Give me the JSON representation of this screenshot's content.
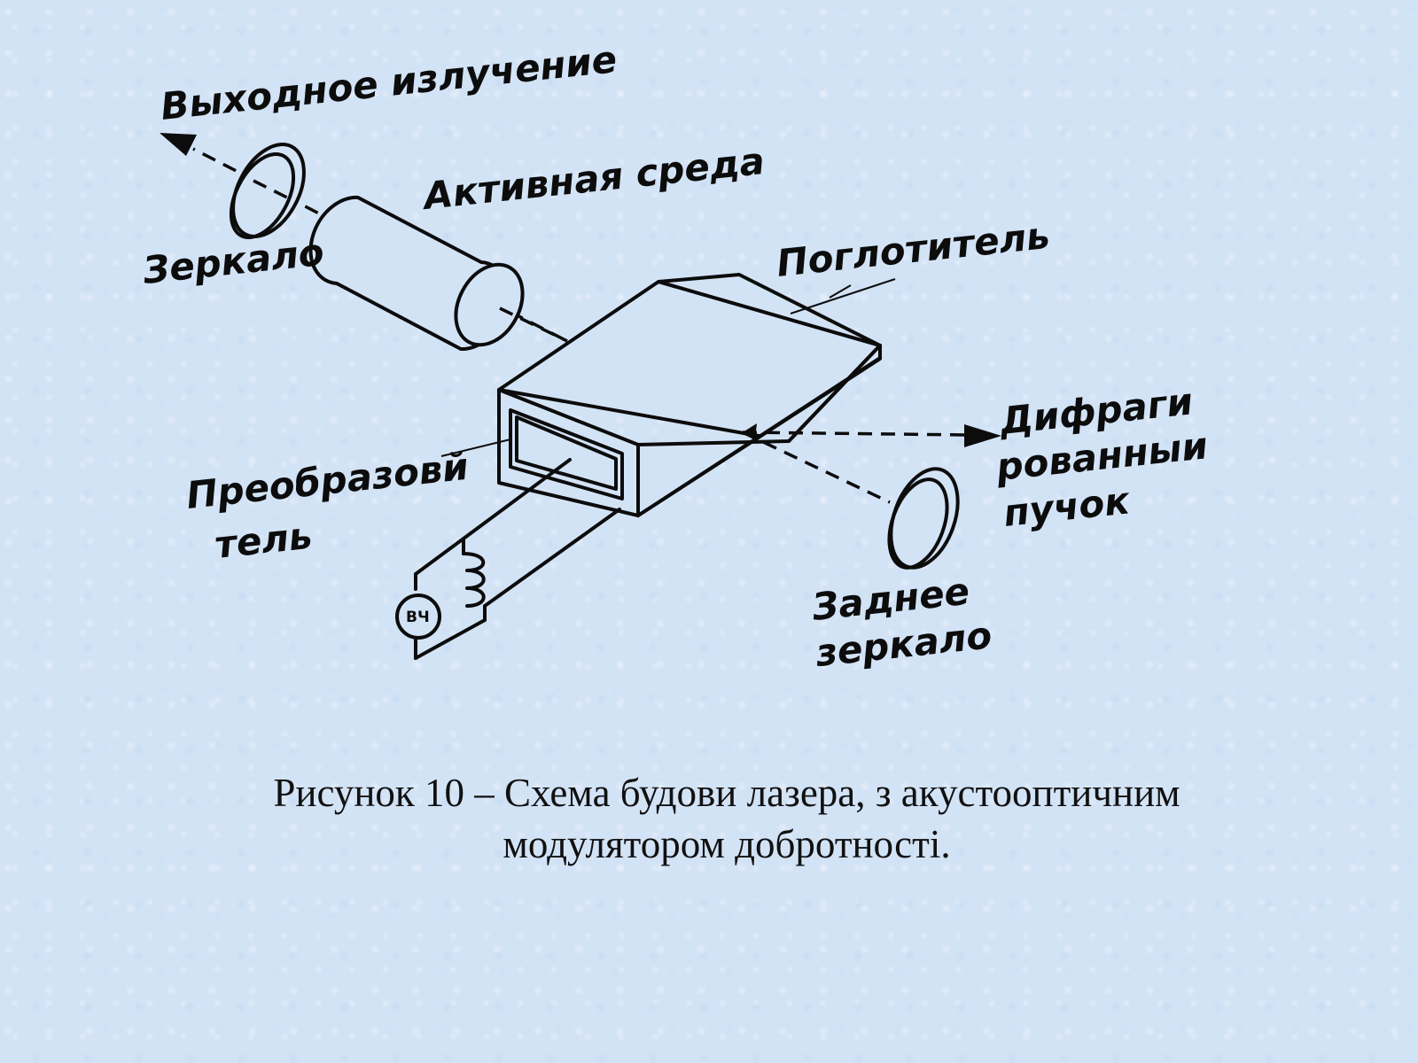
{
  "diagram": {
    "labels": {
      "output_radiation": "Выходное излучение",
      "mirror": "Зеркало",
      "active_medium": "Активная среда",
      "absorber": "Поглотитель",
      "diffracted_beam_line1": "Дифраги",
      "diffracted_beam_line2": "рованныи",
      "diffracted_beam_line3": "пучок",
      "transducer_line1": "Преобразовй",
      "transducer_line2": "тель",
      "rear_mirror_line1": "Заднее",
      "rear_mirror_line2": "зеркало",
      "rf_generator": "ВЧ"
    },
    "colors": {
      "background": "#d3e3f6",
      "ink": "#0c0c0c"
    }
  },
  "caption": {
    "line1": "Рисунок 10 – Схема будови лазера, з акустооптичним",
    "line2": "модулятором добротності."
  }
}
